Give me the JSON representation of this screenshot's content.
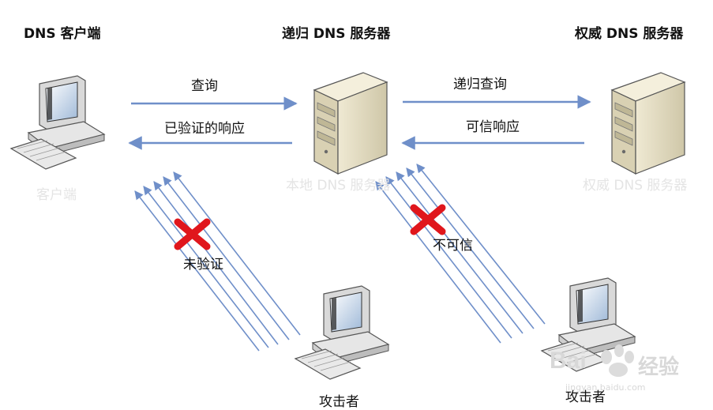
{
  "headers": {
    "client": "DNS 客户端",
    "recursive": "递归 DNS 服务器",
    "authoritative": "权威 DNS 服务器"
  },
  "arrows": {
    "query": "查询",
    "verified_response": "已验证的响应",
    "recursive_query": "递归查询",
    "trusted_response": "可信响应"
  },
  "ghost_labels": {
    "client": "客户端",
    "local_dns": "本地 DNS 服务器",
    "authoritative": "权威 DNS 服务器"
  },
  "attacks": {
    "unverified": "未验证",
    "untrusted": "不可信",
    "attacker": "攻击者"
  },
  "watermark": {
    "brand": "Bai",
    "brand2": "经验",
    "url": "jingyan.baidu.com"
  },
  "colors": {
    "arrow": "#6f8fc9",
    "cross": "#e0161c"
  }
}
